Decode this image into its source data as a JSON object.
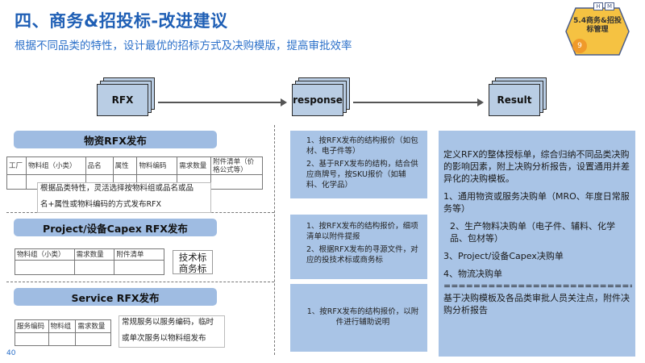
{
  "header": {
    "title": "四、商务&招投标-改进建议",
    "subtitle": "根据不同品类的特性，设计最优的招标方式及决购模版，提高审批效率"
  },
  "badge": {
    "h": "H",
    "m": "M",
    "label_line1": "5.4商务&招投",
    "label_line2": "标管理",
    "number": "9",
    "colors": {
      "hexagon": "#f5c242",
      "number_circle": "#f09a2a"
    }
  },
  "flow": {
    "rfx": "RFX",
    "response": "response",
    "result": "Result"
  },
  "material": {
    "header": "物资RFX发布",
    "table_headers": [
      "工厂",
      "物料组（小类）",
      "品名",
      "属性",
      "物料编码",
      "需求数量",
      "附件清单（价格公式等）"
    ],
    "note_line1": "根据品类特性，灵活选择按物料组或品名或品",
    "note_line2": "名+属性或物料编码的方式发布RFX"
  },
  "project": {
    "header": "Project/设备Capex RFX发布",
    "table_headers": [
      "物料组（小类）",
      "需求数量",
      "附件清单"
    ],
    "tag_line1": "技术标",
    "tag_line2": "商务标"
  },
  "service": {
    "header": "Service RFX发布",
    "table_headers": [
      "服务编码",
      "物料组",
      "需求数量"
    ],
    "note_line1": "常规服务以服务编码，临时",
    "note_line2": "或单次服务以物料组发布"
  },
  "responses": {
    "material": [
      "1、按RFX发布的结构报价（如包材、电子件等）",
      "2、基于RFX发布的结构，结合供应商牌号，按SKU报价（如辅料、化学品）"
    ],
    "project": [
      "1、按RFX发布的结构报价，细项清单以附件提报",
      "2、根据RFX发布的寻源文件，对应的投技术标或商务标"
    ],
    "service": [
      "1、按RFX发布的结构报价，以附件进行辅助说明"
    ]
  },
  "result": {
    "intro": "定义RFX的整体授标单，综合归纳不同品类决购的影响因素，附上决购分析报告，设置通用并差异化的决购模板。",
    "item1": "1、通用物资或服务决购单（MRO、年度日常服务等）",
    "item2": "2、生产物料决购单（电子件、辅料、化学品、包材等）",
    "item3": "3、Project/设备Capex决购单",
    "item4": "4、物流决购单",
    "separator": "==========================",
    "footer": "基于决购模板及各品类审批人员关注点，附件决购分析报告"
  },
  "page": {
    "number": "40"
  }
}
